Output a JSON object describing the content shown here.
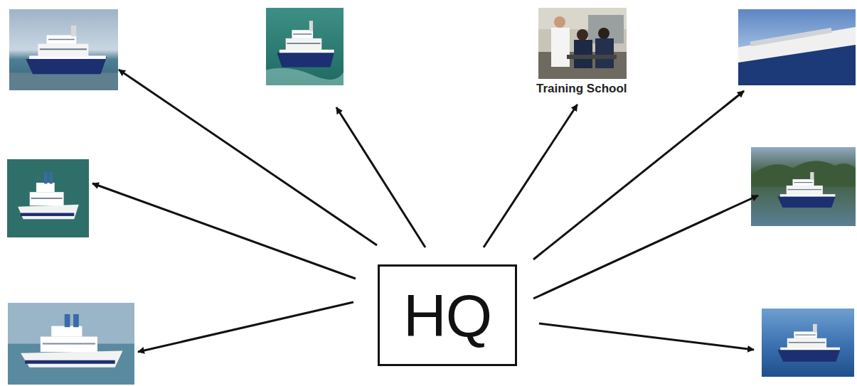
{
  "diagram": {
    "nodes": [
      {
        "text": [
          "Training School"
        ]
      },
      {
        "text": [
          "HQ"
        ]
      }
    ],
    "edges": [
      {
        "from": 1,
        "to": 0,
        "arrow": "to"
      }
    ]
  }
}
